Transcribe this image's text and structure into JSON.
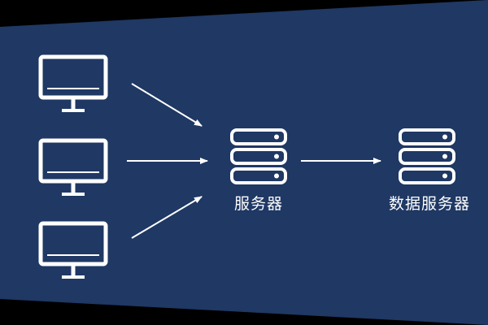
{
  "colors": {
    "background_outer": "#000000",
    "panel": "#1f3864",
    "foreground": "#ffffff"
  },
  "nodes": {
    "clients": [
      {
        "icon": "monitor-icon"
      },
      {
        "icon": "monitor-icon"
      },
      {
        "icon": "monitor-icon"
      }
    ],
    "server": {
      "icon": "server-icon",
      "label": "服务器"
    },
    "database_server": {
      "icon": "server-icon",
      "label": "数据服务器"
    }
  },
  "edges": [
    {
      "from": "client-1",
      "to": "server"
    },
    {
      "from": "client-2",
      "to": "server"
    },
    {
      "from": "client-3",
      "to": "server"
    },
    {
      "from": "server",
      "to": "database_server"
    }
  ]
}
